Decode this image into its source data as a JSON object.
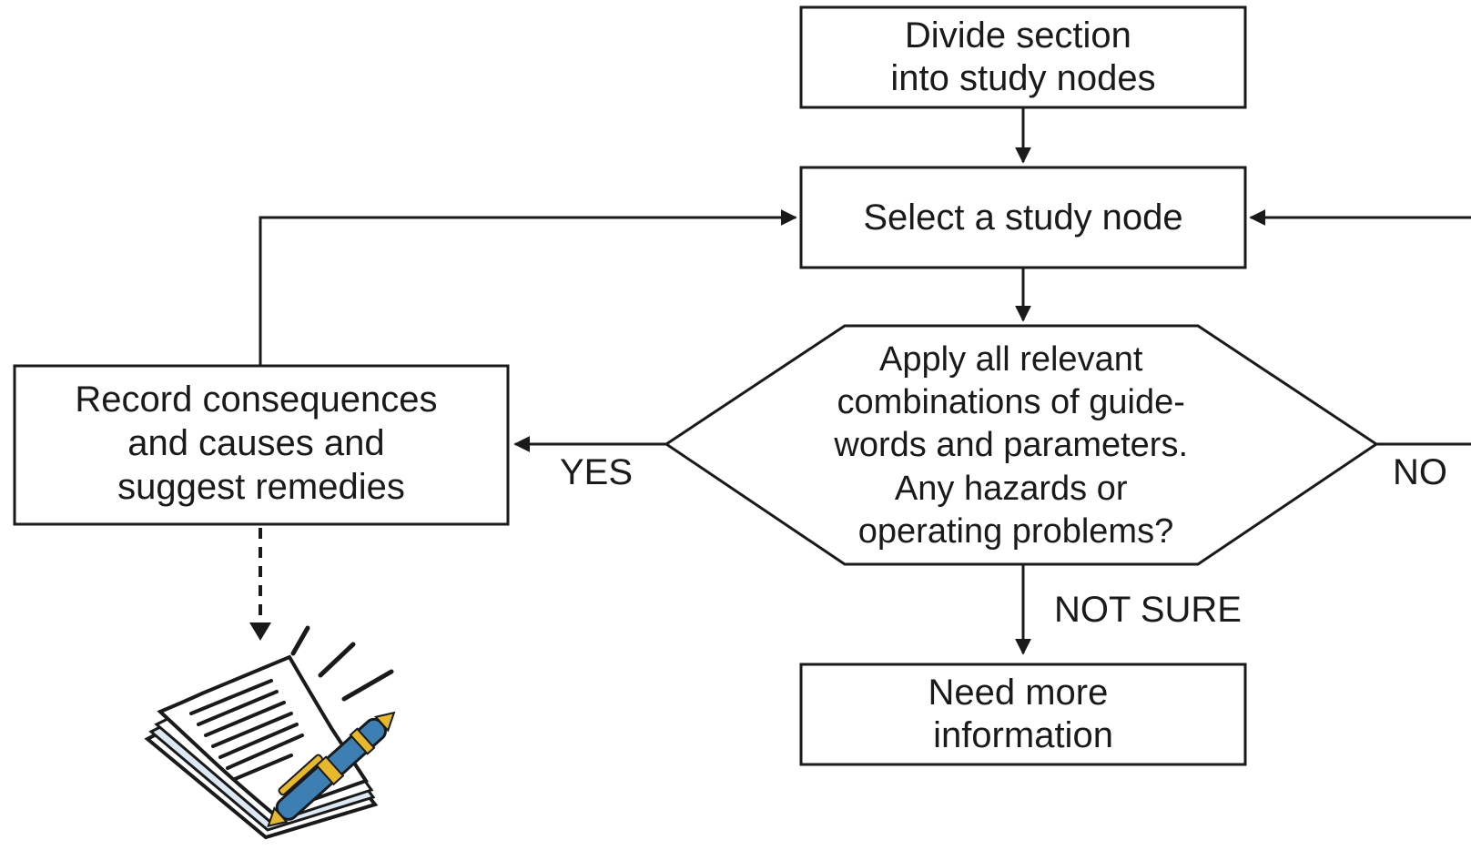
{
  "nodes": {
    "divide": {
      "lines": [
        "Divide section",
        "into study nodes"
      ]
    },
    "select": {
      "lines": [
        "Select a study node"
      ]
    },
    "decision": {
      "lines": [
        "Apply all relevant",
        "combinations of guide-",
        "words and parameters.",
        "Any hazards or",
        "operating problems?"
      ]
    },
    "record": {
      "lines": [
        "Record consequences",
        "and causes and",
        "suggest remedies"
      ]
    },
    "need_info": {
      "lines": [
        "Need more",
        "information"
      ]
    }
  },
  "edge_labels": {
    "yes": "YES",
    "no": "NO",
    "not_sure": "NOT SURE"
  },
  "illustration": {
    "icon": "notebook-with-pen-icon"
  },
  "colors": {
    "line": "#1a1a1a",
    "pen_barrel": "#3d7fb3",
    "pen_trim": "#e6b82e",
    "paper": "#ffffff",
    "page_edge": "#6f9fc8"
  }
}
